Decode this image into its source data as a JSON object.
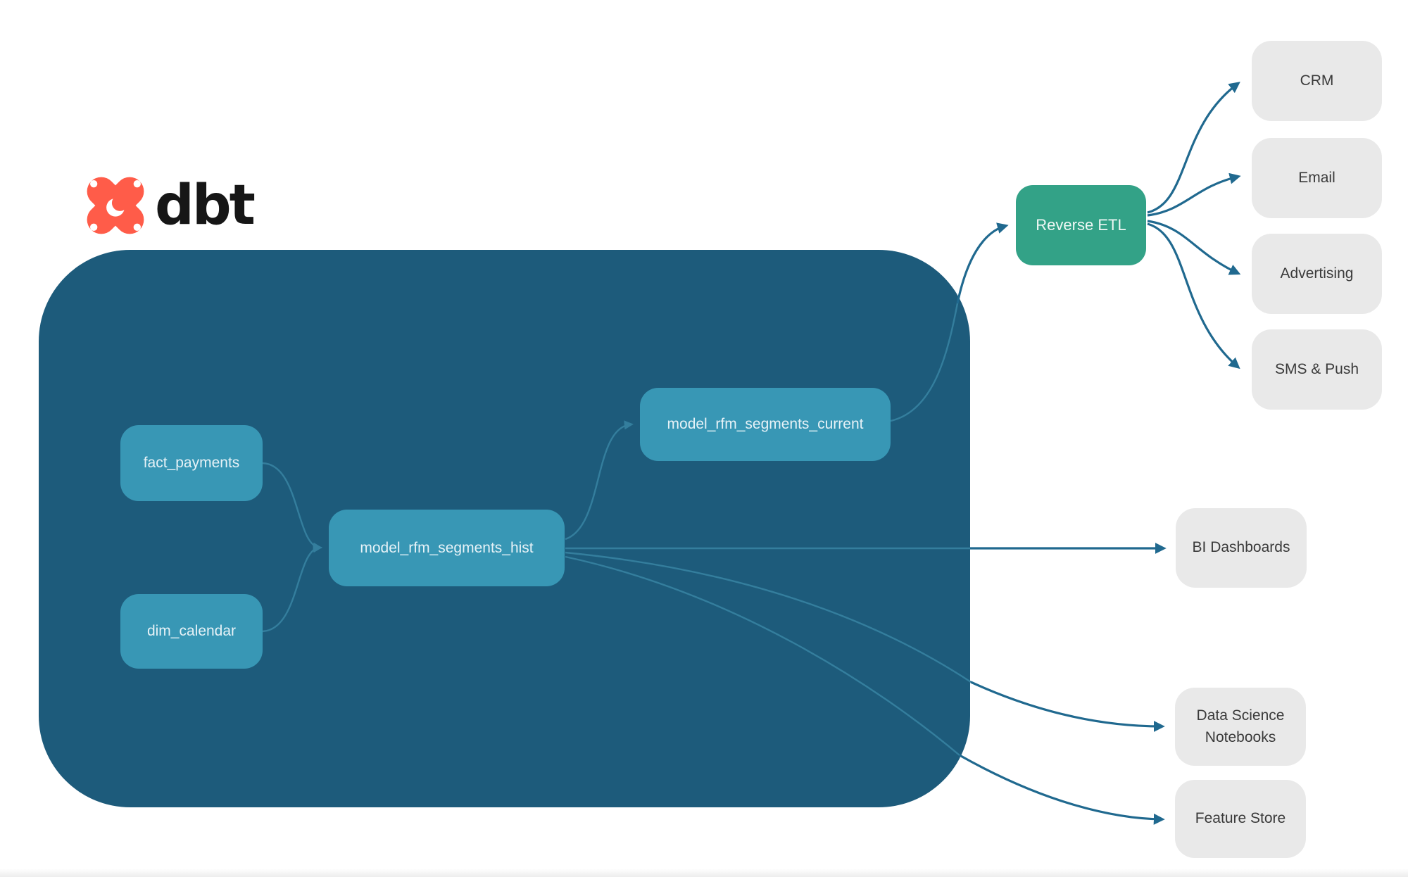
{
  "brand": {
    "name": "dbt"
  },
  "warehouse_models": {
    "fact_payments": "fact_payments",
    "dim_calendar": "dim_calendar",
    "model_hist": "model_rfm_segments_hist",
    "model_current": "model_rfm_segments_current"
  },
  "activation": {
    "reverse_etl": "Reverse ETL"
  },
  "destinations": {
    "crm": "CRM",
    "email": "Email",
    "advertising": "Advertising",
    "sms_push": "SMS & Push"
  },
  "analytics": {
    "bi_dashboards": "BI Dashboards",
    "data_science_notebooks": "Data Science Notebooks",
    "feature_store": "Feature Store"
  },
  "colors": {
    "warehouse_bg": "#1d5b7b",
    "model_node": "#3897b5",
    "reverse_etl_node": "#33a287",
    "destination_node": "#e9e9e9",
    "wire_inside": "#347e9d",
    "wire_outside": "#20698f",
    "logo_orange": "#ff5c49",
    "logo_text": "#161616"
  }
}
